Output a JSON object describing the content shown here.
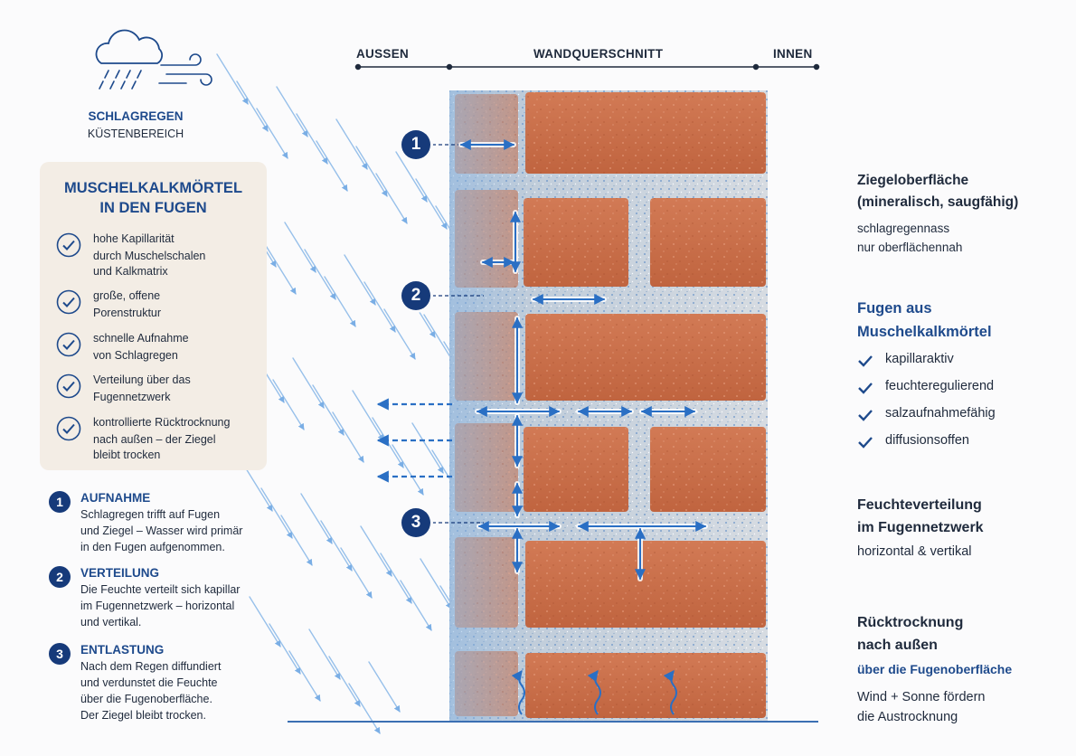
{
  "weather": {
    "title": "SCHLAGREGEN",
    "subtitle": "KÜSTENBEREICH"
  },
  "card": {
    "title_line1": "MUSCHELKALKMÖRTEL",
    "title_line2": "IN DEN FUGEN",
    "items": [
      {
        "line1": "hohe Kapillarität",
        "line2": "durch Muschelschalen",
        "line3": "und Kalkmatrix"
      },
      {
        "line1": "große, offene",
        "line2": "Porenstruktur",
        "line3": ""
      },
      {
        "line1": "schnelle Aufnahme",
        "line2": "von Schlagregen",
        "line3": ""
      },
      {
        "line1": "Verteilung über das",
        "line2": "Fugennetzwerk",
        "line3": ""
      },
      {
        "line1": "kontrollierte Rücktrocknung",
        "line2": "nach außen – der Ziegel",
        "line3": "bleibt trocken"
      }
    ]
  },
  "steps": [
    {
      "num": "1",
      "title": "AUFNAHME",
      "l1": "Schlagregen trifft auf Fugen",
      "l2": "und Ziegel – Wasser wird primär",
      "l3": "in den Fugen aufgenommen.",
      "l4": ""
    },
    {
      "num": "2",
      "title": "VERTEILUNG",
      "l1": "Die Feuchte verteilt sich kapillar",
      "l2": "im Fugennetzwerk – horizontal",
      "l3": "und vertikal.",
      "l4": ""
    },
    {
      "num": "3",
      "title": "ENTLASTUNG",
      "l1": "Nach dem Regen diffundiert",
      "l2": "und verdunstet die Feuchte",
      "l3": "über die Fugenoberfläche.",
      "l4": "Der Ziegel bleibt trocken."
    }
  ],
  "axis": {
    "left": "AUSSEN",
    "center": "WANDQUERSCHNITT",
    "right": "INNEN"
  },
  "diagram_numbers": [
    "1",
    "2",
    "3"
  ],
  "right": {
    "surface_title1": "Ziegeloberfläche",
    "surface_title2": "(mineralisch, saugfähig)",
    "surface_sub1": "schlagregennass",
    "surface_sub2": "nur oberflächennah",
    "joints_title1": "Fugen aus",
    "joints_title2": "Muschelkalkmörtel",
    "joints_checks": [
      "kapillaraktiv",
      "feuchteregulierend",
      "salzaufnahmefähig",
      "diffusionsoffen"
    ],
    "distrib_title1": "Feuchteverteilung",
    "distrib_title2": "im Fugennetzwerk",
    "distrib_sub": "horizontal & vertikal",
    "dry_title1": "Rücktrocknung",
    "dry_title2": "nach außen",
    "dry_sub": "über die Fugenoberfläche",
    "dry_note1": "Wind + Sonne fördern",
    "dry_note2": "die Austrocknung"
  },
  "colors": {
    "navy": "#163a7a",
    "blue_text": "#1e4a8c",
    "brick": "#c96a45",
    "mortar": "#cfd5dc",
    "water": "#3a86d4",
    "card_bg": "#f3ede5"
  }
}
